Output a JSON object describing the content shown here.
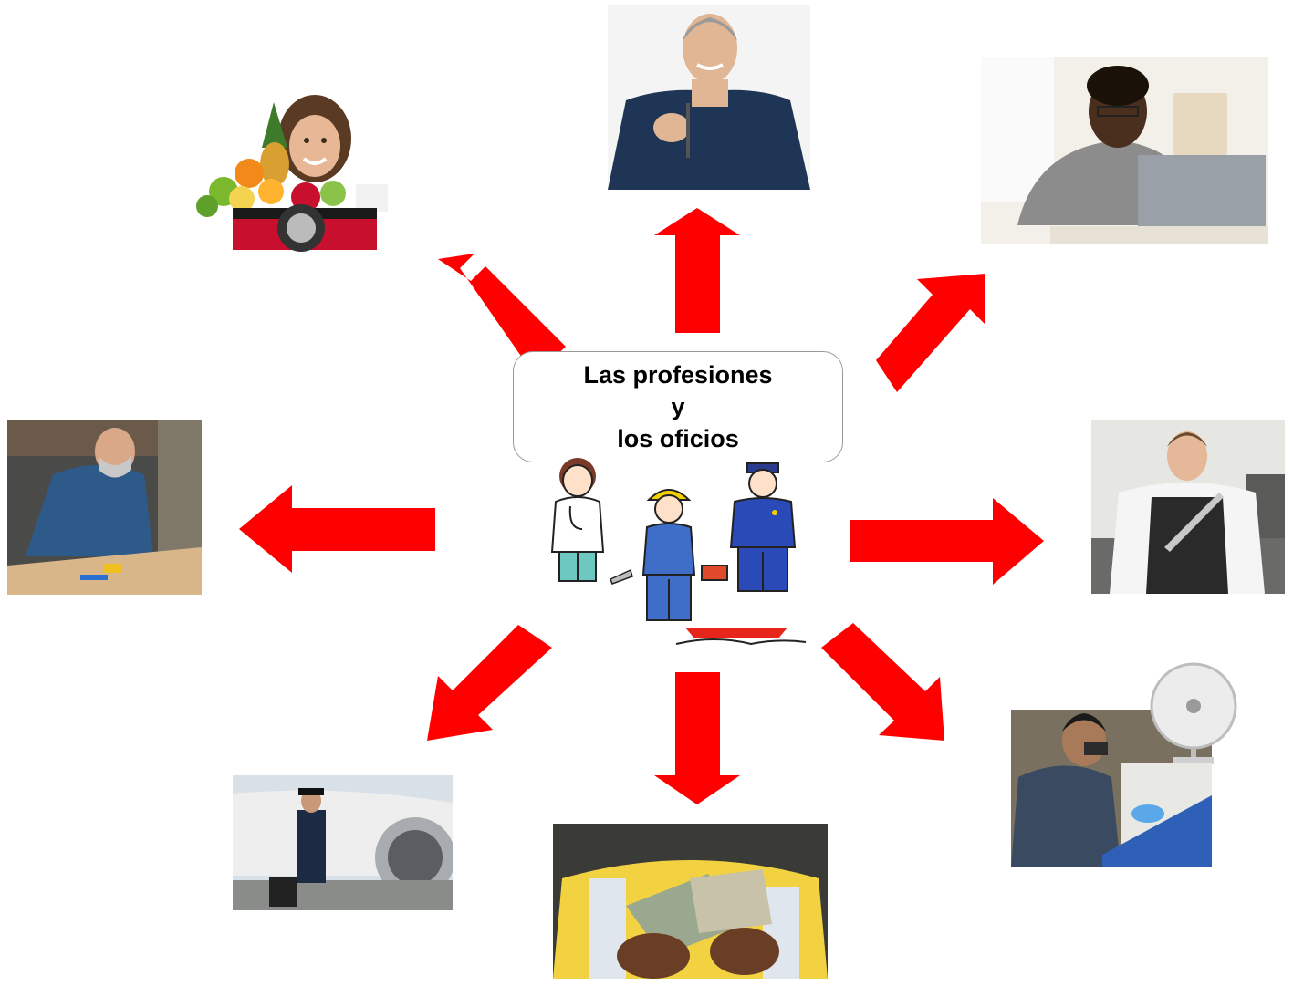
{
  "diagram": {
    "title_lines": [
      "Las profesiones",
      "y",
      "los oficios"
    ],
    "arrow_color": "#ff0000",
    "nodes": [
      {
        "id": "fruit-vendor",
        "position": "top-left"
      },
      {
        "id": "car-salesman",
        "position": "top"
      },
      {
        "id": "office-worker",
        "position": "top-right"
      },
      {
        "id": "carpenter",
        "position": "left"
      },
      {
        "id": "chef",
        "position": "right"
      },
      {
        "id": "pilot",
        "position": "bottom-left"
      },
      {
        "id": "cashier",
        "position": "bottom"
      },
      {
        "id": "appliance-technician",
        "position": "bottom-right"
      }
    ]
  }
}
